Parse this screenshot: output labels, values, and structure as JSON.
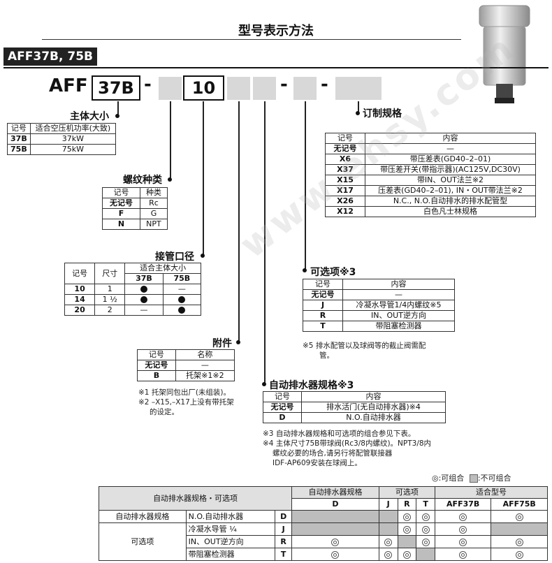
{
  "title": "型号表示方法",
  "series_banner": "AFF37B, 75B",
  "model": {
    "prefix": "AFF",
    "size": "37B",
    "dash1": "-",
    "port": "10",
    "dash2": "-",
    "dash3": "-"
  },
  "body_size": {
    "title": "主体大小",
    "headers": [
      "记号",
      "适合空压机功率(大致)"
    ],
    "rows": [
      [
        "37B",
        "37kW"
      ],
      [
        "75B",
        "75kW"
      ]
    ]
  },
  "thread": {
    "title": "螺纹种类",
    "headers": [
      "记号",
      "种类"
    ],
    "rows": [
      [
        "无记号",
        "Rc"
      ],
      [
        "F",
        "G"
      ],
      [
        "N",
        "NPT"
      ]
    ]
  },
  "port": {
    "title": "接管口径",
    "headers": [
      "记号",
      "尺寸",
      "适合主体大小"
    ],
    "sub_headers": [
      "37B",
      "75B"
    ],
    "rows": [
      {
        "code": "10",
        "size": "1",
        "a": "●",
        "b": "—"
      },
      {
        "code": "14",
        "size": "1 ½",
        "a": "●",
        "b": "●"
      },
      {
        "code": "20",
        "size": "2",
        "a": "—",
        "b": "●"
      }
    ]
  },
  "accessory": {
    "title": "附件",
    "headers": [
      "记号",
      "名称"
    ],
    "rows": [
      [
        "无记号",
        "—"
      ],
      [
        "B",
        "托架※1※2"
      ]
    ],
    "notes": [
      "※1 托架同包出厂(未组装)。",
      "※2 –X15,–X17上没有带托架",
      "的设定。"
    ]
  },
  "drain": {
    "title": "自动排水器规格※3",
    "headers": [
      "记号",
      "内容"
    ],
    "rows": [
      [
        "无记号",
        "排水活门(无自动排水器)※4"
      ],
      [
        "D",
        "N.O.自动排水器"
      ]
    ],
    "notes": [
      "※3 自动排水器规格和可选项的组合参见下表。",
      "※4 主体尺寸75B带球阀(Rc3/8内螺纹)。NPT3/8内",
      "螺纹必要的场合,请另行将配管联接器",
      "IDF-AP609安装在球阀上。"
    ]
  },
  "option": {
    "title": "可选项※3",
    "headers": [
      "记号",
      "内容"
    ],
    "rows": [
      [
        "无记号",
        "—"
      ],
      [
        "J",
        "冷凝水导管1/4内螺纹※5"
      ],
      [
        "R",
        "IN、OUT逆方向"
      ],
      [
        "T",
        "带阻塞检测器"
      ]
    ],
    "notes": [
      "※5 排水配管以及球阀等的截止阀需配",
      "管。"
    ]
  },
  "custom": {
    "title": "订制规格",
    "headers": [
      "记号",
      "内容"
    ],
    "rows": [
      [
        "无记号",
        "—"
      ],
      [
        "X6",
        "带压差表(GD40–2–01)"
      ],
      [
        "X37",
        "带压差开关(带指示器)(AC125V,DC30V)"
      ],
      [
        "X15",
        "带IN、OUT法兰※2"
      ],
      [
        "X17",
        "压差表(GD40–2–01), IN・OUT带法兰※2"
      ],
      [
        "X26",
        "N.C., N.O.自动排水的排水配管型"
      ],
      [
        "X12",
        "白色凡士林规格"
      ]
    ]
  },
  "legend": {
    "ok": "◎:可组合",
    "ng": ":不可组合"
  },
  "combo": {
    "corner": "自动排水器规格・可选项",
    "group1": "自动排水器规格",
    "group2": "可选项",
    "group3": "适合型号",
    "cols": [
      "D",
      "J",
      "R",
      "T",
      "AFF37B",
      "AFF75B"
    ],
    "rows": [
      {
        "group": "自动排水器规格",
        "name": "N.O.自动排水器",
        "code": "D",
        "cells": [
          "gray",
          "gray",
          "ok",
          "ok",
          "ok",
          "ok"
        ]
      },
      {
        "group": "可选项",
        "name": "冷凝水导管 ¼",
        "code": "J",
        "cells": [
          "gray",
          "gray",
          "ok",
          "ok",
          "ok",
          "gray"
        ]
      },
      {
        "group": "",
        "name": "IN、OUT逆方向",
        "code": "R",
        "cells": [
          "ok",
          "ok",
          "gray",
          "ok",
          "ok",
          "ok"
        ]
      },
      {
        "group": "",
        "name": "带阻塞检测器",
        "code": "T",
        "cells": [
          "ok",
          "ok",
          "ok",
          "gray",
          "ok",
          "ok"
        ]
      }
    ]
  },
  "watermark": "www.ehsy.com"
}
